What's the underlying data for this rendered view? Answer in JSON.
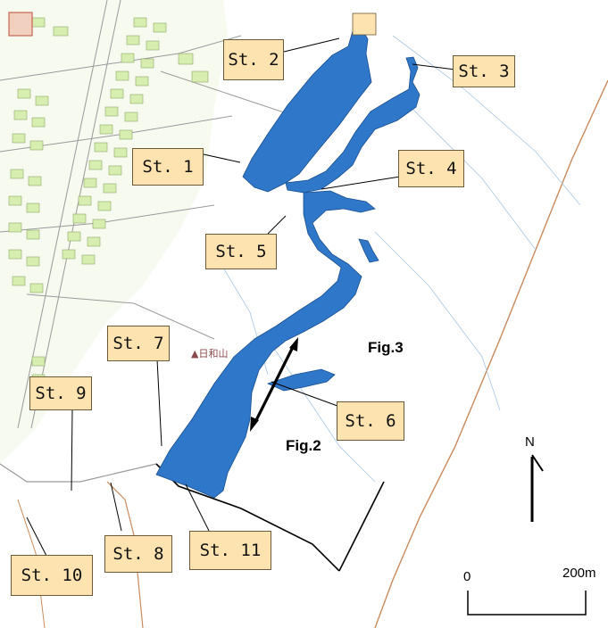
{
  "stations": [
    "St. 1",
    "St. 2",
    "St. 3",
    "St. 4",
    "St. 5",
    "St. 6",
    "St. 7",
    "St. 8",
    "St. 9",
    "St. 10",
    "St. 11"
  ],
  "figures": {
    "fig2": "Fig.2",
    "fig3": "Fig.3"
  },
  "north": "N",
  "scale": {
    "start": "0",
    "end": "200m"
  },
  "place_name": "▲日和山",
  "colors": {
    "water": "#2f77c9",
    "label_fill": "#fde3b0",
    "road": "#c98a5c",
    "building": "#d8eeb0"
  }
}
